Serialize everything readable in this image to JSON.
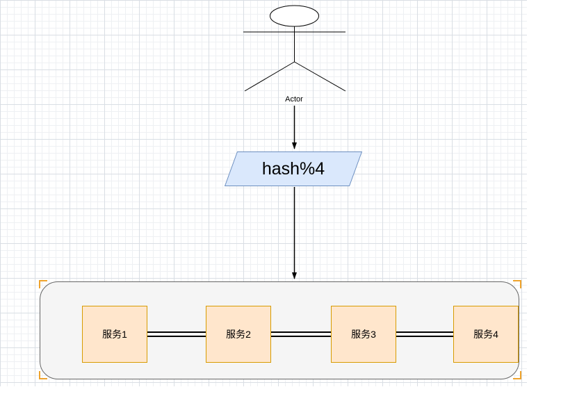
{
  "diagram": {
    "actor": {
      "label": "Actor"
    },
    "hash_node": {
      "label": "hash%4"
    },
    "services": [
      {
        "label": "服务1"
      },
      {
        "label": "服务2"
      },
      {
        "label": "服务3"
      },
      {
        "label": "服务4"
      }
    ],
    "colors": {
      "hash_fill": "#dae8fc",
      "hash_border": "#6c8ebf",
      "service_fill": "#ffe6cc",
      "service_border": "#d79b00",
      "cluster_fill": "#f5f5f5",
      "cluster_border": "#666666",
      "corner_marker": "#efa32c",
      "connector": "#000000"
    }
  }
}
